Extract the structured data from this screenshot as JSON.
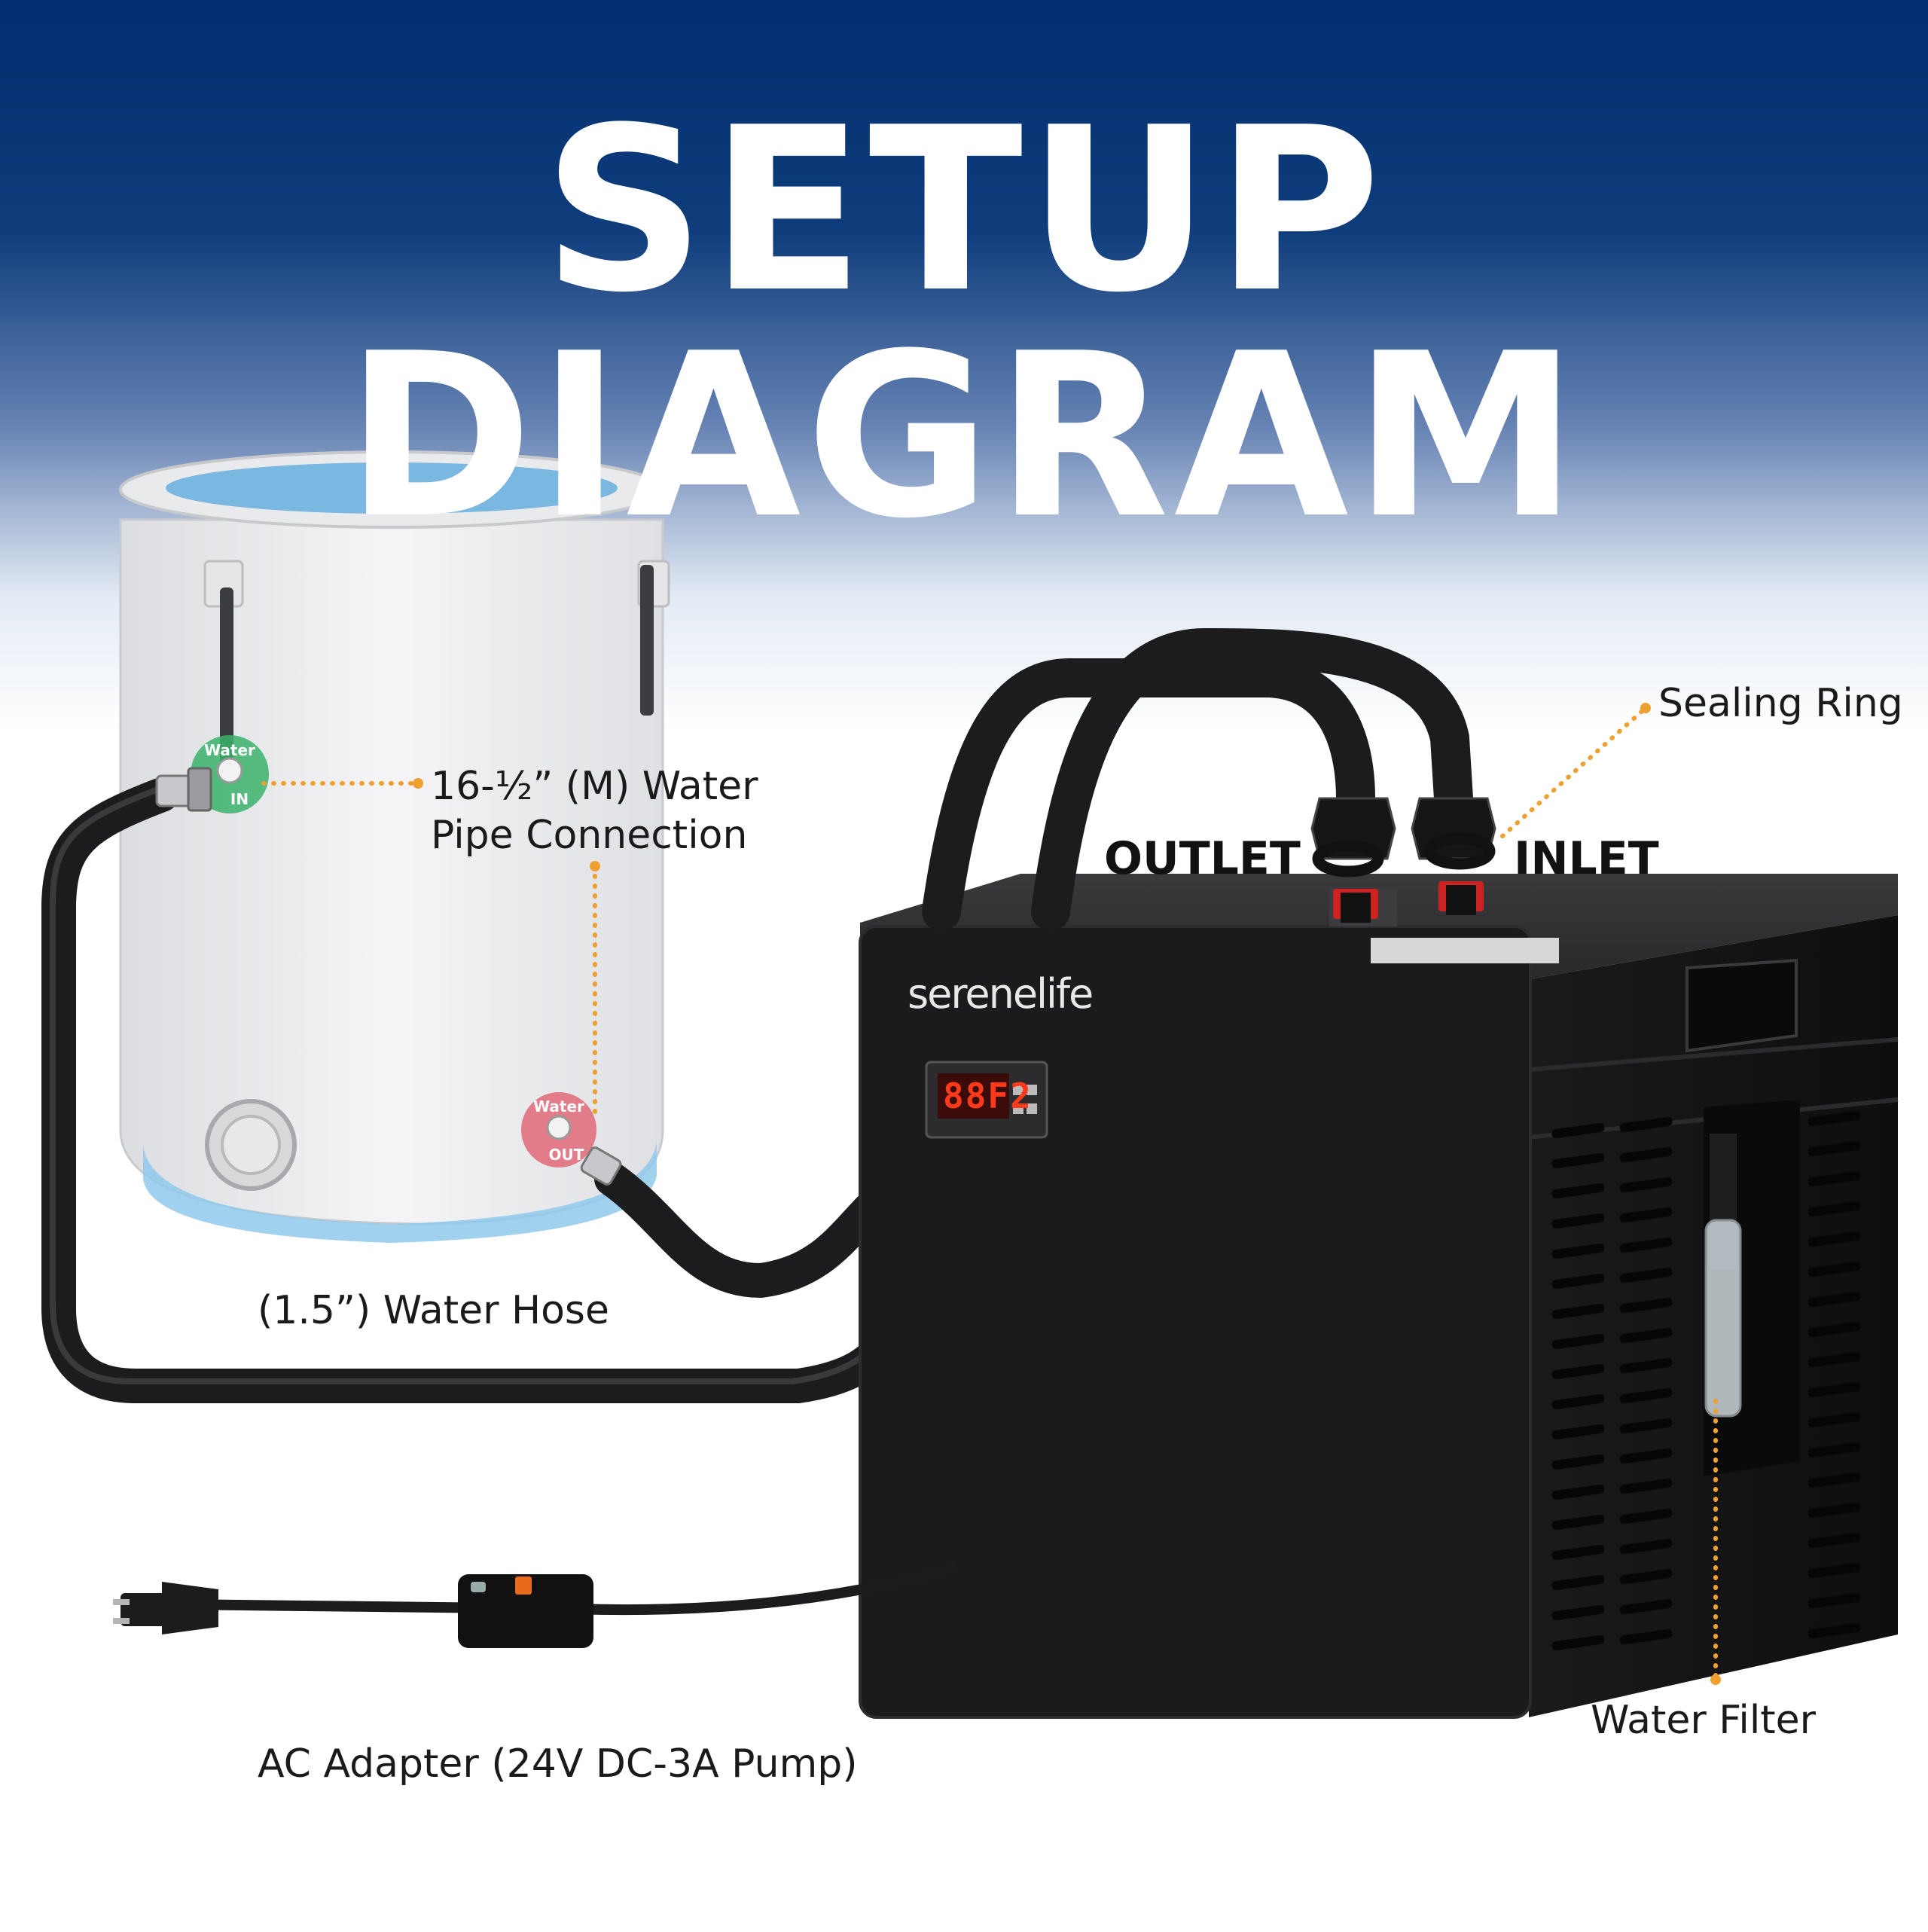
{
  "title": "SETUP DIAGRAM",
  "labels": {
    "pipe_connection_line1": "16-½” (M) Water",
    "pipe_connection_line2": "Pipe Connection",
    "water_hose": "(1.5”) Water Hose",
    "ac_adapter": "AC Adapter (24V DC-3A Pump)",
    "sealing_ring": "Sealing Ring",
    "water_filter": "Water Filter",
    "outlet": "OUTLET",
    "inlet": "INLET"
  },
  "tub_ports": {
    "in_line1": "Water",
    "in_line2": "IN",
    "out_line1": "Water",
    "out_line2": "OUT"
  },
  "chiller": {
    "brand": "serenelife",
    "display_readout": "88F2"
  },
  "colors": {
    "header_top": "#002e6e",
    "header_mid": "#5a7bad",
    "leader_dot": "#f0a030",
    "unit_body": "#1b1b1d",
    "water_in_badge": "#3ab26a",
    "water_out_badge": "#e06878"
  }
}
